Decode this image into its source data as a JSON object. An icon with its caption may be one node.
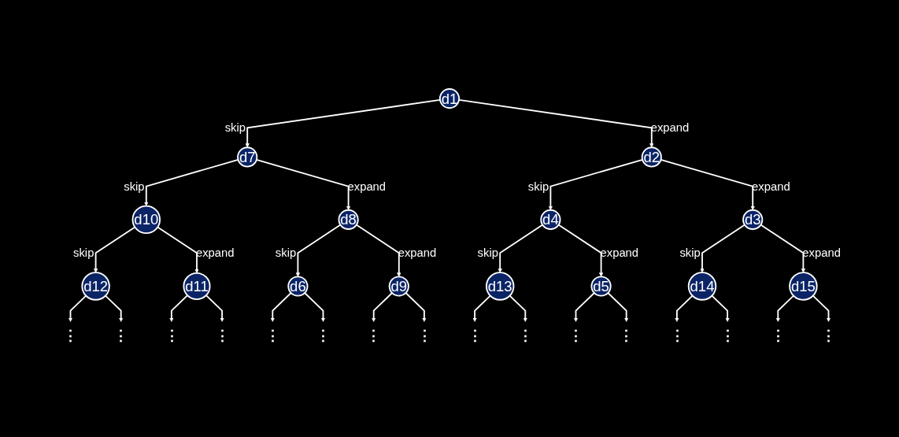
{
  "diagram": {
    "nodes": [
      {
        "text": [
          "d1"
        ]
      },
      {
        "text": [
          "d7"
        ]
      },
      {
        "text": [
          "d2"
        ]
      },
      {
        "text": [
          "d10"
        ]
      },
      {
        "text": [
          "d8"
        ]
      },
      {
        "text": [
          "d4"
        ]
      },
      {
        "text": [
          "d3"
        ]
      },
      {
        "text": [
          "d12"
        ]
      },
      {
        "text": [
          "d11"
        ]
      },
      {
        "text": [
          "d6"
        ]
      },
      {
        "text": [
          "d9"
        ]
      },
      {
        "text": [
          "d13"
        ]
      },
      {
        "text": [
          "d5"
        ]
      },
      {
        "text": [
          "d14"
        ]
      },
      {
        "text": [
          "d15"
        ]
      },
      {
        "text": [
          "⋮"
        ]
      },
      {
        "text": [
          "⋮"
        ]
      },
      {
        "text": [
          "⋮"
        ]
      },
      {
        "text": [
          "⋮"
        ]
      },
      {
        "text": [
          "⋮"
        ]
      },
      {
        "text": [
          "⋮"
        ]
      },
      {
        "text": [
          "⋮"
        ]
      },
      {
        "text": [
          "⋮"
        ]
      },
      {
        "text": [
          "⋮"
        ]
      },
      {
        "text": [
          "⋮"
        ]
      },
      {
        "text": [
          "⋮"
        ]
      },
      {
        "text": [
          "⋮"
        ]
      },
      {
        "text": [
          "⋮"
        ]
      },
      {
        "text": [
          "⋮"
        ]
      },
      {
        "text": [
          "⋮"
        ]
      },
      {
        "text": [
          "⋮"
        ]
      }
    ],
    "edges": [
      {
        "from": 0,
        "to": 1,
        "arrow": "to",
        "label": "skip"
      },
      {
        "from": 0,
        "to": 2,
        "arrow": "to",
        "label": "expand"
      },
      {
        "from": 1,
        "to": 3,
        "arrow": "to",
        "label": "skip"
      },
      {
        "from": 1,
        "to": 4,
        "arrow": "to",
        "label": "expand"
      },
      {
        "from": 2,
        "to": 5,
        "arrow": "to",
        "label": "skip"
      },
      {
        "from": 2,
        "to": 6,
        "arrow": "to",
        "label": "expand"
      },
      {
        "from": 3,
        "to": 7,
        "arrow": "to",
        "label": "skip"
      },
      {
        "from": 3,
        "to": 8,
        "arrow": "to",
        "label": "expand"
      },
      {
        "from": 4,
        "to": 9,
        "arrow": "to",
        "label": "skip"
      },
      {
        "from": 4,
        "to": 10,
        "arrow": "to",
        "label": "expand"
      },
      {
        "from": 5,
        "to": 11,
        "arrow": "to",
        "label": "skip"
      },
      {
        "from": 5,
        "to": 12,
        "arrow": "to",
        "label": "expand"
      },
      {
        "from": 6,
        "to": 13,
        "arrow": "to",
        "label": "skip"
      },
      {
        "from": 6,
        "to": 14,
        "arrow": "to",
        "label": "expand"
      },
      {
        "from": 7,
        "to": 15,
        "arrow": "to"
      },
      {
        "from": 7,
        "to": 16,
        "arrow": "to"
      },
      {
        "from": 8,
        "to": 17,
        "arrow": "to"
      },
      {
        "from": 8,
        "to": 18,
        "arrow": "to"
      },
      {
        "from": 9,
        "to": 19,
        "arrow": "to"
      },
      {
        "from": 9,
        "to": 20,
        "arrow": "to"
      },
      {
        "from": 10,
        "to": 21,
        "arrow": "to"
      },
      {
        "from": 10,
        "to": 22,
        "arrow": "to"
      },
      {
        "from": 11,
        "to": 23,
        "arrow": "to"
      },
      {
        "from": 11,
        "to": 24,
        "arrow": "to"
      },
      {
        "from": 12,
        "to": 25,
        "arrow": "to"
      },
      {
        "from": 12,
        "to": 26,
        "arrow": "to"
      },
      {
        "from": 13,
        "to": 27,
        "arrow": "to"
      },
      {
        "from": 13,
        "to": 28,
        "arrow": "to"
      },
      {
        "from": 14,
        "to": 29,
        "arrow": "to"
      },
      {
        "from": 14,
        "to": 30,
        "arrow": "to"
      }
    ]
  }
}
